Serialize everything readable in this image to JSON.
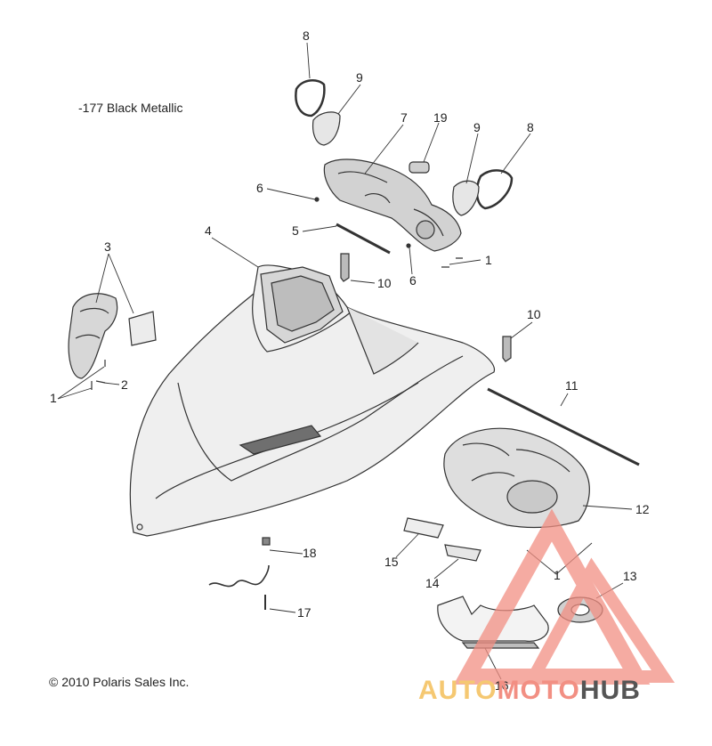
{
  "color_note": "-177  Black Metallic",
  "copyright": "© 2010 Polaris Sales Inc.",
  "callouts": {
    "c8a": "8",
    "c9a": "9",
    "c7": "7",
    "c19": "19",
    "c9b": "9",
    "c8b": "8",
    "c6a": "6",
    "c5": "5",
    "c6b": "6",
    "c1a": "1",
    "c3": "3",
    "c4": "4",
    "c10a": "10",
    "c10b": "10",
    "c2": "2",
    "c1b": "1",
    "c11": "11",
    "c12": "12",
    "c18": "18",
    "c15": "15",
    "c14": "14",
    "c1c": "1",
    "c13": "13",
    "c17": "17",
    "c16": "16"
  },
  "watermark": {
    "part1": "AUTO",
    "part2": "MOTO",
    "part3": "HUB",
    "accent": "#f28f83",
    "dark": "#555555",
    "gold": "#f5c872"
  },
  "colors": {
    "line": "#333333",
    "fill_light": "#f2f2f2",
    "fill_mid": "#d9d9d9",
    "fill_dark": "#9a9a9a"
  }
}
